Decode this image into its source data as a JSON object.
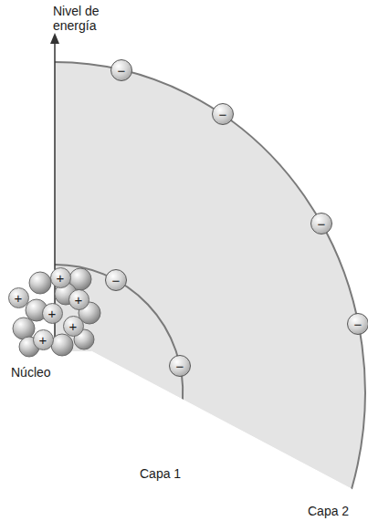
{
  "diagram": {
    "nodes": [
      {
        "text": [
          "−"
        ]
      },
      {
        "text": [
          "−"
        ]
      },
      {
        "text": [
          "−"
        ]
      },
      {
        "text": [
          "+"
        ]
      },
      {
        "text": [
          "−"
        ]
      },
      {
        "text": [
          "+"
        ]
      },
      {
        "text": [
          "+"
        ]
      },
      {
        "text": [
          "+"
        ]
      },
      {
        "text": [
          "−"
        ]
      },
      {
        "text": [
          "+"
        ]
      },
      {
        "text": [
          "+"
        ]
      },
      {
        "text": [
          "−"
        ]
      }
    ],
    "labels": [
      "Nivel de energía",
      "Núcleo",
      "Capa 1",
      "Capa 2"
    ]
  }
}
